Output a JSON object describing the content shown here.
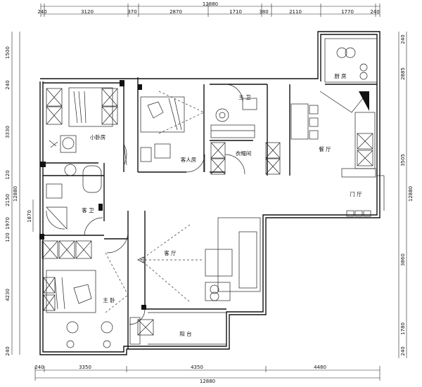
{
  "plan": {
    "total_width": "12880",
    "total_height": "12880",
    "top_dims": [
      "240",
      "3120",
      "370",
      "2870",
      "1710",
      "380",
      "2110",
      "1770",
      "240"
    ],
    "bottom_dims": [
      "240",
      "3350",
      "4350",
      "4480"
    ],
    "left_dims": [
      "1500",
      "240",
      "3330",
      "120",
      "2150",
      "1970",
      "120",
      "4230",
      "240"
    ],
    "left_sub_dim": "1870",
    "right_dims": [
      "240",
      "2885",
      "3505",
      "3860",
      "1780",
      "240"
    ],
    "rooms": {
      "small_bedroom": "小卧房",
      "guest_room": "客人房",
      "main_bath": "主 卫",
      "kitchen": "厨 房",
      "wardrobe_room": "衣帽间",
      "dining": "餐 厅",
      "guest_bath": "客 卫",
      "foyer": "门 厅",
      "living": "客 厅",
      "master_bedroom": "主 卧",
      "balcony": "阳 台"
    }
  }
}
